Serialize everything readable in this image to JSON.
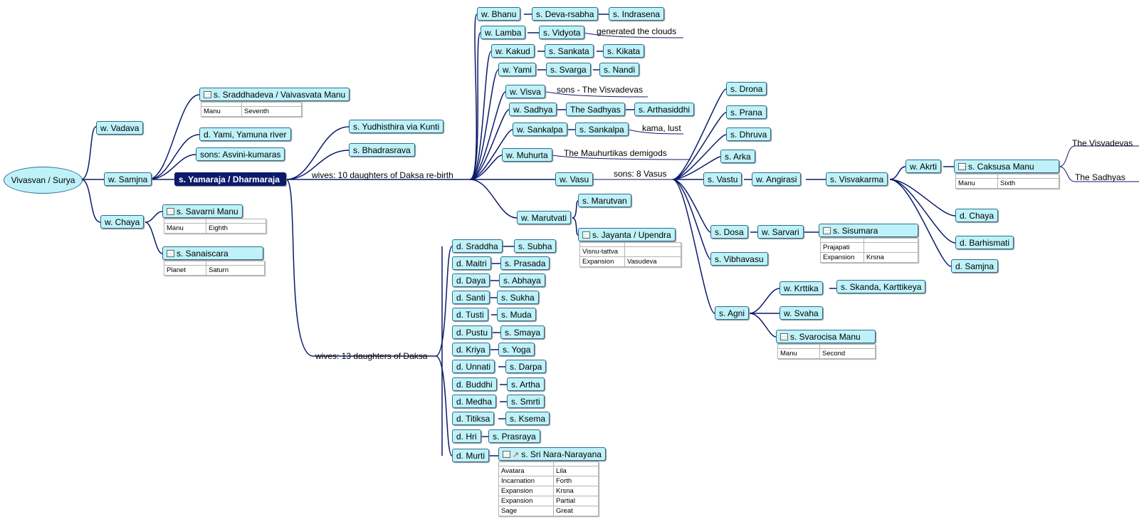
{
  "root": "Vivasvan / Surya",
  "nodes": {
    "vadava": "w. Vadava",
    "samjna": "w. Samjna",
    "chaya": "w. Chaya",
    "sraddhadeva": "s. Sraddhadeva / Vaivasvata Manu",
    "yami_river": "d. Yami, Yamuna river",
    "asvini": "sons: Asvini-kumaras",
    "yamaraja": "s. Yamaraja / Dharmaraja",
    "savarni": "s. Savarni Manu",
    "sanaiscara": "s. Sanaiscara",
    "yudhisthira": "s. Yudhisthira via Kunti",
    "bhadrasrava": "s. Bhadrasrava",
    "bhanu": "w. Bhanu",
    "deva_rsabha": "s. Deva-rsabha",
    "indrasena": "s. Indrasena",
    "lamba": "w. Lamba",
    "vidyota": "s. Vidyota",
    "kakud": "w. Kakud",
    "sankata": "s. Sankata",
    "kikata": "s. Kikata",
    "yami": "w. Yami",
    "svarga": "s. Svarga",
    "nandi": "s. Nandi",
    "visva": "w. Visva",
    "sadhya": "w. Sadhya",
    "sadhyas": "The Sadhyas",
    "arthasiddhi": "s. Arthasiddhi",
    "sankalpa_w": "w. Sankalpa",
    "sankalpa_s": "s. Sankalpa",
    "muhurta": "w. Muhurta",
    "vasu": "w. Vasu",
    "marutvati": "w. Marutvati",
    "marutvan": "s. Marutvan",
    "jayanta": "s. Jayanta / Upendra",
    "drona": "s. Drona",
    "prana": "s. Prana",
    "dhruva": "s. Dhruva",
    "arka": "s. Arka",
    "vastu": "s. Vastu",
    "angirasi": "w. Angirasi",
    "visvakarma": "s. Visvakarma",
    "akrti": "w. Akrti",
    "caksusa": "s. Caksusa Manu",
    "chaya_d": "d. Chaya",
    "barhismati": "d. Barhismati",
    "samjna_d": "d. Samjna",
    "dosa": "s. Dosa",
    "sarvari": "w. Sarvari",
    "sisumara": "s. Sisumara",
    "vibhavasu": "s. Vibhavasu",
    "agni": "s. Agni",
    "krttika": "w. Krttika",
    "skanda": "s. Skanda, Karttikeya",
    "svaha": "w. Svaha",
    "svarocisa": "s. Svarocisa Manu",
    "sraddha": "d. Sraddha",
    "subha": "s. Subha",
    "maitri": "d. Maitri",
    "prasada": "s. Prasada",
    "daya": "d. Daya",
    "abhaya": "s. Abhaya",
    "santi": "d. Santi",
    "sukha": "s. Sukha",
    "tusti": "d. Tusti",
    "muda": "s. Muda",
    "pustu": "d. Pustu",
    "smaya": "s. Smaya",
    "kriya": "d. Kriya",
    "yoga": "s. Yoga",
    "unnati": "d. Unnati",
    "darpa": "s. Darpa",
    "buddhi": "d. Buddhi",
    "artha": "s. Artha",
    "medha": "d. Medha",
    "smrti": "s. Smrti",
    "titiksa": "d. Titiksa",
    "ksema": "s. Ksema",
    "hri": "d. Hri",
    "prasraya": "s. Prasraya",
    "murti": "d. Murti",
    "nara_narayana": "s. Sri Nara-Narayana"
  },
  "labels": {
    "wives10": "wives: 10 daughters of Daksa re-birth",
    "wives13": "wives: 13 daughters of Daksa",
    "clouds": "generated the clouds",
    "visvadevas_sons": "sons - The Visvadevas",
    "kama": "kama, lust",
    "mauhurtikas": "The Mauhurtikas demigods",
    "vasus": "sons: 8 Vasus",
    "visvadevas": "The Visvadevas",
    "sadhyas2": "The Sadhyas"
  },
  "tables": {
    "sraddhadeva": [
      [
        "Manu",
        "Seventh"
      ]
    ],
    "savarni": [
      [
        "Manu",
        "Eighth"
      ]
    ],
    "sanaiscara": [
      [
        "Planet",
        "Saturn"
      ]
    ],
    "jayanta": [
      [
        "Visnu-tattva",
        ""
      ],
      [
        "Expansion",
        "Vasudeva"
      ]
    ],
    "caksusa": [
      [
        "Manu",
        "Sixth"
      ]
    ],
    "sisumara": [
      [
        "Prajapati",
        ""
      ],
      [
        "Expansion",
        "Krsna"
      ]
    ],
    "svarocisa": [
      [
        "Manu",
        "Second"
      ]
    ],
    "nara_narayana": [
      [
        "Avatara",
        "Lila"
      ],
      [
        "Incarnation",
        "Forth"
      ],
      [
        "Expansion",
        "Krsna"
      ],
      [
        "Expansion",
        "Partial"
      ],
      [
        "Sage",
        "Great"
      ]
    ]
  },
  "colors": {
    "node_fill": "#bff2f8",
    "node_border": "#2c6e8f",
    "link": "#0b1a6b",
    "selected": "#0b1a6b"
  }
}
